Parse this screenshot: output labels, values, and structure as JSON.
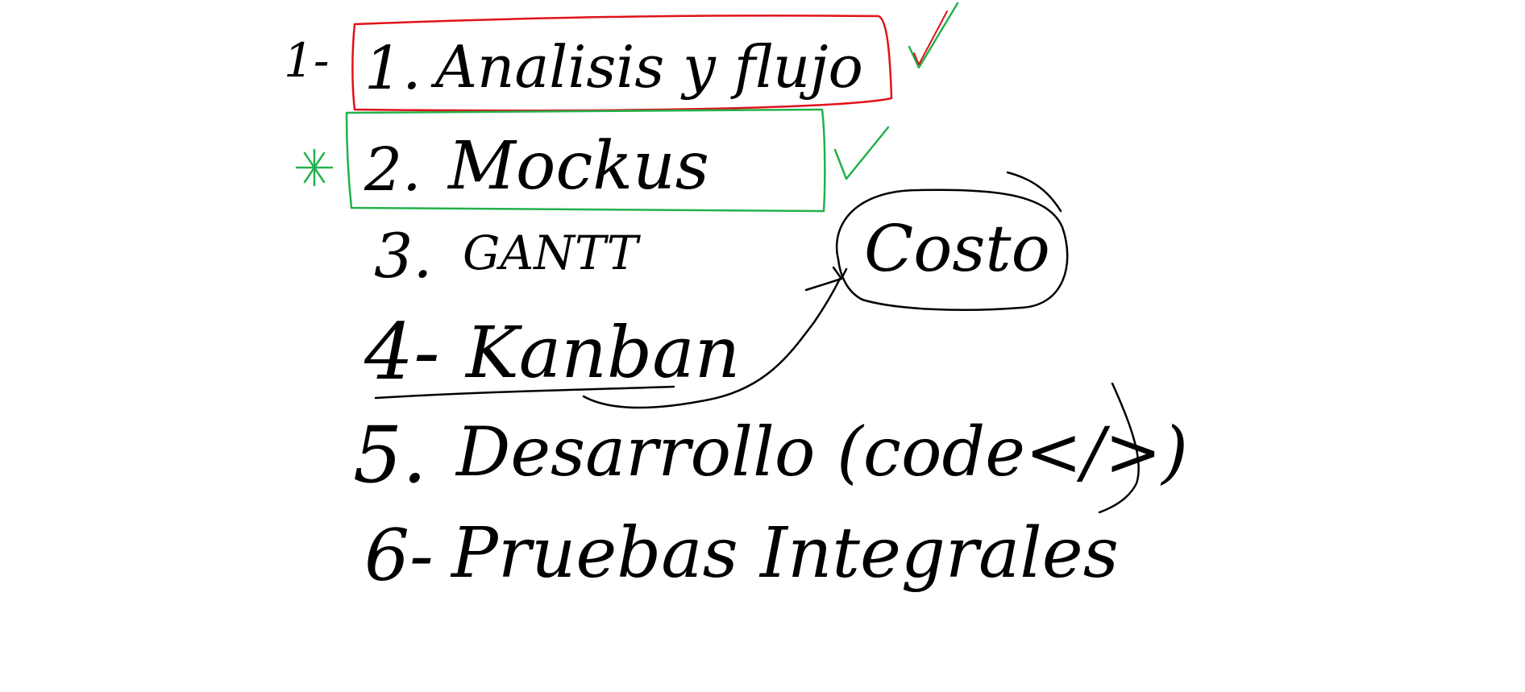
{
  "colors": {
    "ink": "#000000",
    "red": "#e0121a",
    "green": "#22b14c",
    "background": "#ffffff"
  },
  "list": {
    "items": [
      {
        "number": "1.",
        "label": "Analisis y flujo",
        "marker": "1-",
        "highlight": "red",
        "check": true
      },
      {
        "number": "2.",
        "label": "Mockus",
        "marker": "*",
        "highlight": "green",
        "check": true
      },
      {
        "number": "3.",
        "label": "GANTT"
      },
      {
        "number": "4-",
        "label": "Kanban",
        "underline": true
      },
      {
        "number": "5.",
        "label": "Desarrollo (code</>)"
      },
      {
        "number": "6-",
        "label": "Pruebas Integrales"
      }
    ]
  },
  "callout": {
    "text": "Costo",
    "linked_item": "Kanban"
  },
  "icons": {
    "check": "check-icon",
    "asterisk": "asterisk-icon"
  }
}
